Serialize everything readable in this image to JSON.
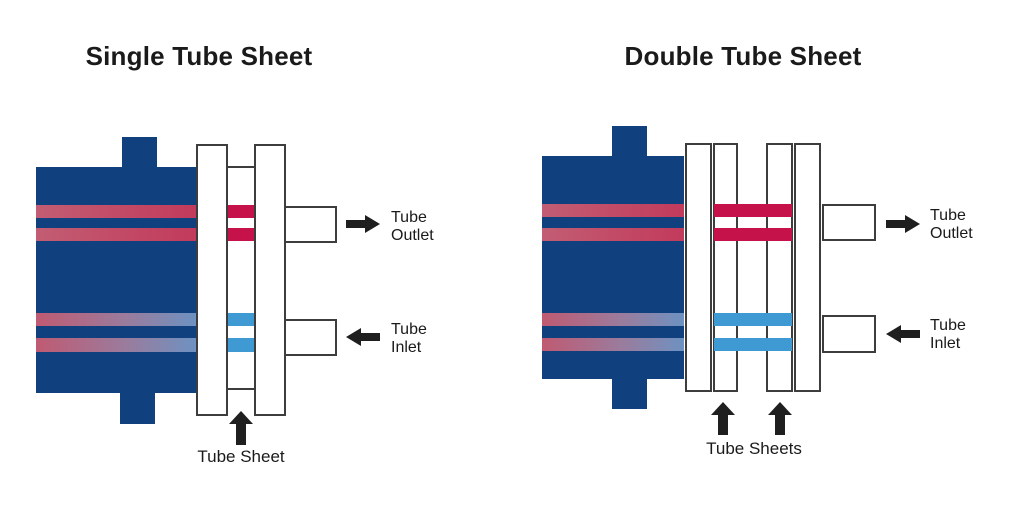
{
  "panels": [
    {
      "title": "Single Tube Sheet",
      "outlet_label": {
        "line1": "Tube",
        "line2": "Outlet"
      },
      "inlet_label": {
        "line1": "Tube",
        "line2": "Inlet"
      },
      "caption": "Tube Sheet"
    },
    {
      "title": "Double Tube Sheet",
      "outlet_label": {
        "line1": "Tube",
        "line2": "Outlet"
      },
      "inlet_label": {
        "line1": "Tube",
        "line2": "Inlet"
      },
      "caption": "Tube Sheets"
    }
  ],
  "colors": {
    "shell_blue": "#11407E",
    "hot_red": "#C5124A",
    "cold_blue": "#3F9AD4",
    "outline": "#3D3D3D",
    "text": "#1A1A1A",
    "arrow": "#1F1F1F",
    "shell_stripe_hot_left": "#C25D74",
    "shell_stripe_hot_right": "#C23A5C",
    "shell_stripe_cold_left": "#C05A72",
    "shell_stripe_cold_mid": "#9B7B9C",
    "shell_stripe_cold_right": "#6E92C1"
  }
}
